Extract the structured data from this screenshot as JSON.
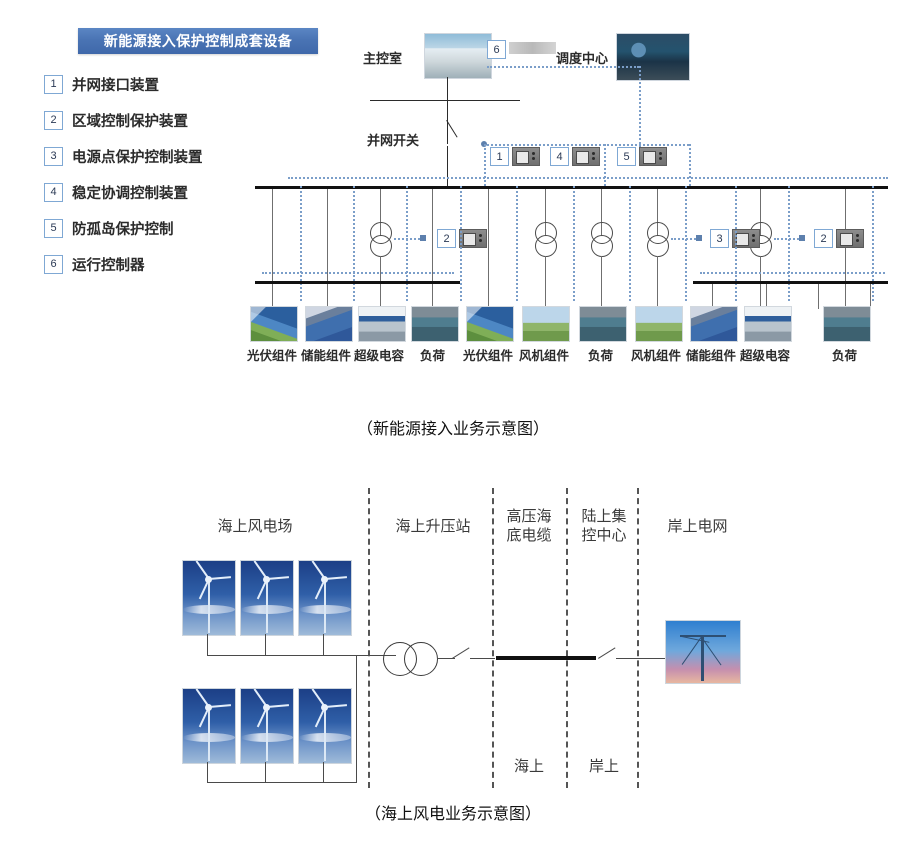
{
  "figure1": {
    "banner": "新能源接入保护控制成套设备",
    "legend": [
      {
        "num": "1",
        "label": "并网接口装置"
      },
      {
        "num": "2",
        "label": "区域控制保护装置"
      },
      {
        "num": "3",
        "label": "电源点保护控制装置"
      },
      {
        "num": "4",
        "label": "稳定协调控制装置"
      },
      {
        "num": "5",
        "label": "防孤岛保护控制"
      },
      {
        "num": "6",
        "label": "运行控制器"
      }
    ],
    "nodes": {
      "main_control_room": "主控室",
      "dispatch_center": "调度中心",
      "grid_switch": "并网开关",
      "runtime_controller_num": "6"
    },
    "top_devices": [
      {
        "num": "1"
      },
      {
        "num": "4"
      },
      {
        "num": "5"
      }
    ],
    "feeder_devices": [
      {
        "num": "2"
      },
      {
        "num": "3"
      },
      {
        "num": "2"
      }
    ],
    "equipment": [
      {
        "type": "pv",
        "label": "光伏组件"
      },
      {
        "type": "bat",
        "label": "储能组件"
      },
      {
        "type": "cap",
        "label": "超级电容"
      },
      {
        "type": "load",
        "label": "负荷"
      },
      {
        "type": "pv",
        "label": "光伏组件"
      },
      {
        "type": "wind",
        "label": "风机组件"
      },
      {
        "type": "load",
        "label": "负荷"
      },
      {
        "type": "wind",
        "label": "风机组件"
      },
      {
        "type": "bat",
        "label": "储能组件"
      },
      {
        "type": "cap",
        "label": "超级电容"
      },
      {
        "type": "load",
        "label": "负荷"
      }
    ],
    "caption": "（新能源接入业务示意图）"
  },
  "figure2": {
    "sections": [
      {
        "label": "海上风电场"
      },
      {
        "label": "海上升压站"
      },
      {
        "label": "高压海\n底电缆"
      },
      {
        "label": "陆上集\n控中心"
      },
      {
        "label": "岸上电网"
      }
    ],
    "zones": [
      {
        "label": "海上"
      },
      {
        "label": "岸上"
      }
    ],
    "caption": "（海上风电业务示意图）"
  },
  "colors": {
    "banner_blue": "#4a74b4",
    "accent_blue": "#7b9ec9",
    "bus_black": "#111111",
    "numbox_border": "#7fa8d4"
  }
}
